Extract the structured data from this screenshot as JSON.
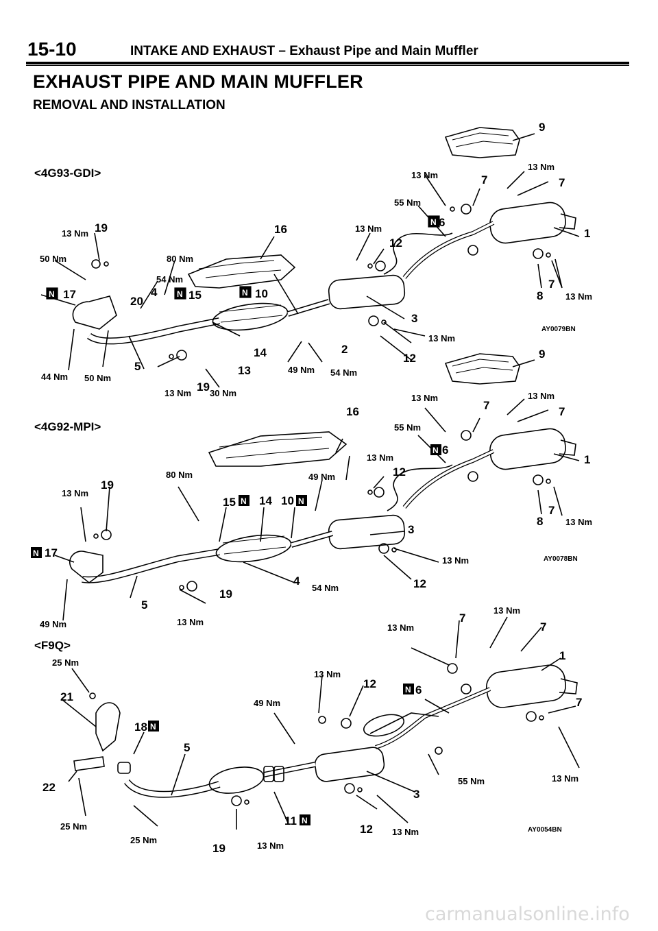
{
  "header": {
    "page_number": "15-10",
    "section_title": "INTAKE AND EXHAUST – Exhaust Pipe and Main Muffler"
  },
  "title": "EXHAUST PIPE AND MAIN MUFFLER",
  "subtitle": "REMOVAL AND INSTALLATION",
  "diagrams": [
    {
      "variant": "<4G93-GDI>",
      "figure_code": "AY0079BN",
      "torques": [
        "13 Nm",
        "50 Nm",
        "44 Nm",
        "50 Nm",
        "80 Nm",
        "54 Nm",
        "13 Nm",
        "30 Nm",
        "49 Nm",
        "54 Nm",
        "13 Nm",
        "55 Nm",
        "13 Nm",
        "13 Nm",
        "13 Nm",
        "13 Nm"
      ],
      "parts": [
        "1",
        "2",
        "3",
        "4",
        "5",
        "6",
        "7",
        "7",
        "7",
        "8",
        "9",
        "10",
        "12",
        "12",
        "13",
        "14",
        "15",
        "16",
        "17",
        "19",
        "19",
        "20"
      ]
    },
    {
      "variant": "<4G92-MPI>",
      "figure_code": "AY0078BN",
      "torques": [
        "13 Nm",
        "80 Nm",
        "49 Nm",
        "13 Nm",
        "49 Nm",
        "54 Nm",
        "13 Nm",
        "13 Nm",
        "55 Nm",
        "13 Nm",
        "13 Nm",
        "13 Nm"
      ],
      "parts": [
        "1",
        "3",
        "4",
        "5",
        "6",
        "7",
        "7",
        "7",
        "8",
        "9",
        "10",
        "12",
        "12",
        "14",
        "15",
        "16",
        "17",
        "19",
        "19"
      ]
    },
    {
      "variant": "<F9Q>",
      "figure_code": "AY0054BN",
      "torques": [
        "25 Nm",
        "49 Nm",
        "13 Nm",
        "13 Nm",
        "13 Nm",
        "55 Nm",
        "13 Nm",
        "25 Nm",
        "25 Nm",
        "13 Nm",
        "13 Nm"
      ],
      "parts": [
        "1",
        "3",
        "5",
        "6",
        "7",
        "7",
        "7",
        "11",
        "12",
        "12",
        "18",
        "19",
        "21",
        "22"
      ]
    }
  ],
  "symbols": {
    "new_part": "N"
  },
  "watermark": "carmanualsonline.info"
}
